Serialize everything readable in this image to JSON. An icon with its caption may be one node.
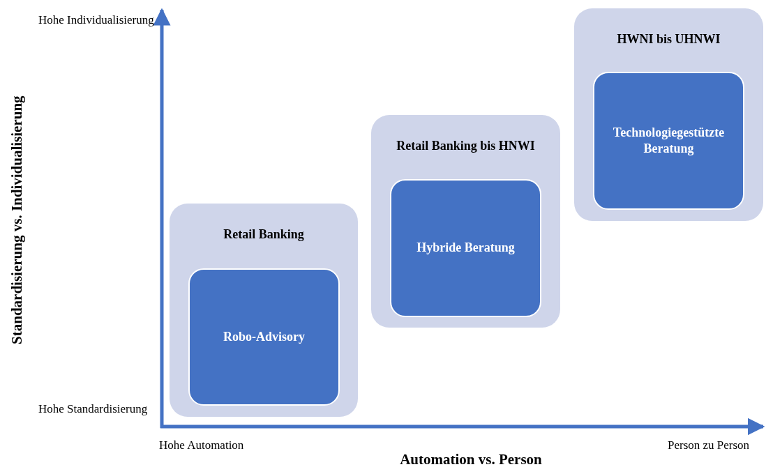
{
  "diagram": {
    "nodes": [
      {
        "text": [
          "Retail Banking"
        ]
      },
      {
        "text": [
          "Robo-Advisory"
        ],
        "in": 0
      },
      {
        "text": [
          "Retail Banking bis HNWI"
        ]
      },
      {
        "text": [
          "Hybride Beratung"
        ],
        "in": 2
      },
      {
        "text": [
          "HWNI bis UHNWI"
        ]
      },
      {
        "text": [
          "Technologiegestützte Beratung"
        ],
        "in": 4
      }
    ],
    "labels": [
      "Hohe Individualisierung",
      "Standardisierung vs. Individualisierung",
      "Hohe Standardisierung",
      "Hohe Automation",
      "Person zu Person",
      "Automation vs. Person"
    ]
  }
}
